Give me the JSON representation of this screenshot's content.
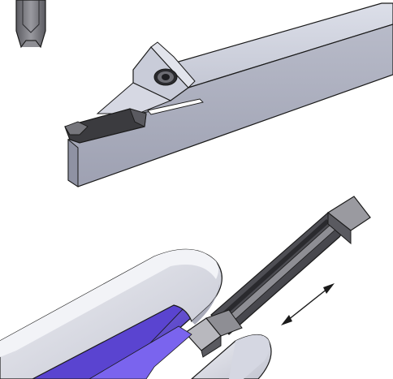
{
  "figure": {
    "kind": "technical-illustration",
    "colors": {
      "background": "#ffffff",
      "holder_light": "#d2d5e1",
      "holder_mid": "#b6b9c8",
      "holder_dark": "#9b9fb0",
      "outline": "#1a1a1a",
      "insert_dark": "#3b3b3f",
      "insert_mid": "#5a5a60",
      "insert_light": "#8e8e94",
      "disc_light": "#e6e7ee",
      "disc_mid": "#c9cbd6",
      "disc_shade": "#a9abba",
      "groove_blue": "#6a52e6",
      "groove_blue_dark": "#4a36b8",
      "groove_blue_light": "#8c78f2"
    },
    "parts": [
      {
        "id": "insert-end-view",
        "description_icon": "grooving-insert-end-icon"
      },
      {
        "id": "grooving-tool-holder",
        "description_icon": "tool-holder-icon"
      },
      {
        "id": "clamp-screw",
        "description_icon": "screw-icon"
      },
      {
        "id": "grooving-insert",
        "description_icon": "insert-icon"
      },
      {
        "id": "workpiece-discs",
        "description_icon": "workpiece-icon"
      },
      {
        "id": "motion-arrow",
        "description_icon": "double-arrow-icon"
      }
    ]
  }
}
